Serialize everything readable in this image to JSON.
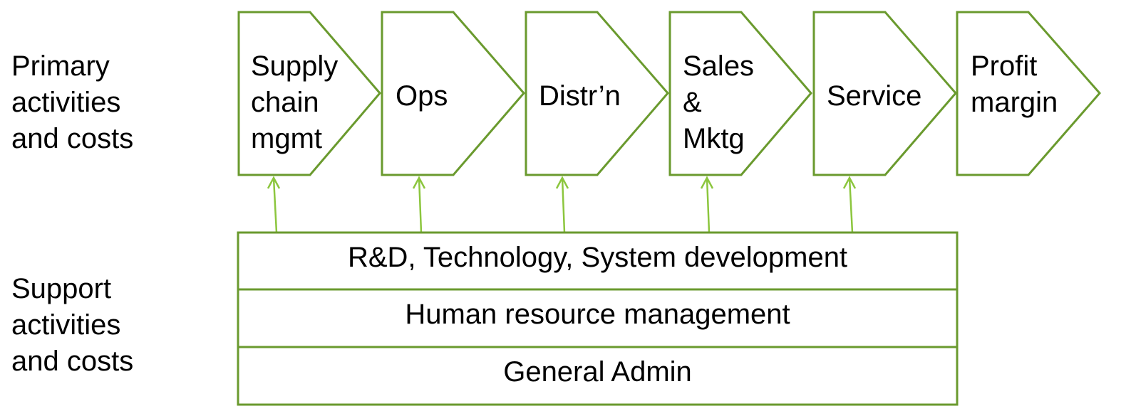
{
  "labels": {
    "primary": "Primary\nactivities\nand costs",
    "support": "Support\nactivities\nand costs"
  },
  "primary_activities": [
    "Supply\nchain\nmgmt",
    "Ops",
    "Distr’n",
    "Sales\n&\nMktg",
    "Service",
    "Profit\nmargin"
  ],
  "support_activities": [
    "R&D, Technology, System development",
    "Human resource management",
    "General Admin"
  ],
  "colors": {
    "chevron_stroke": "#6a9a2e",
    "arrow_stroke": "#8cc63e",
    "box_stroke": "#6a9a2e"
  }
}
